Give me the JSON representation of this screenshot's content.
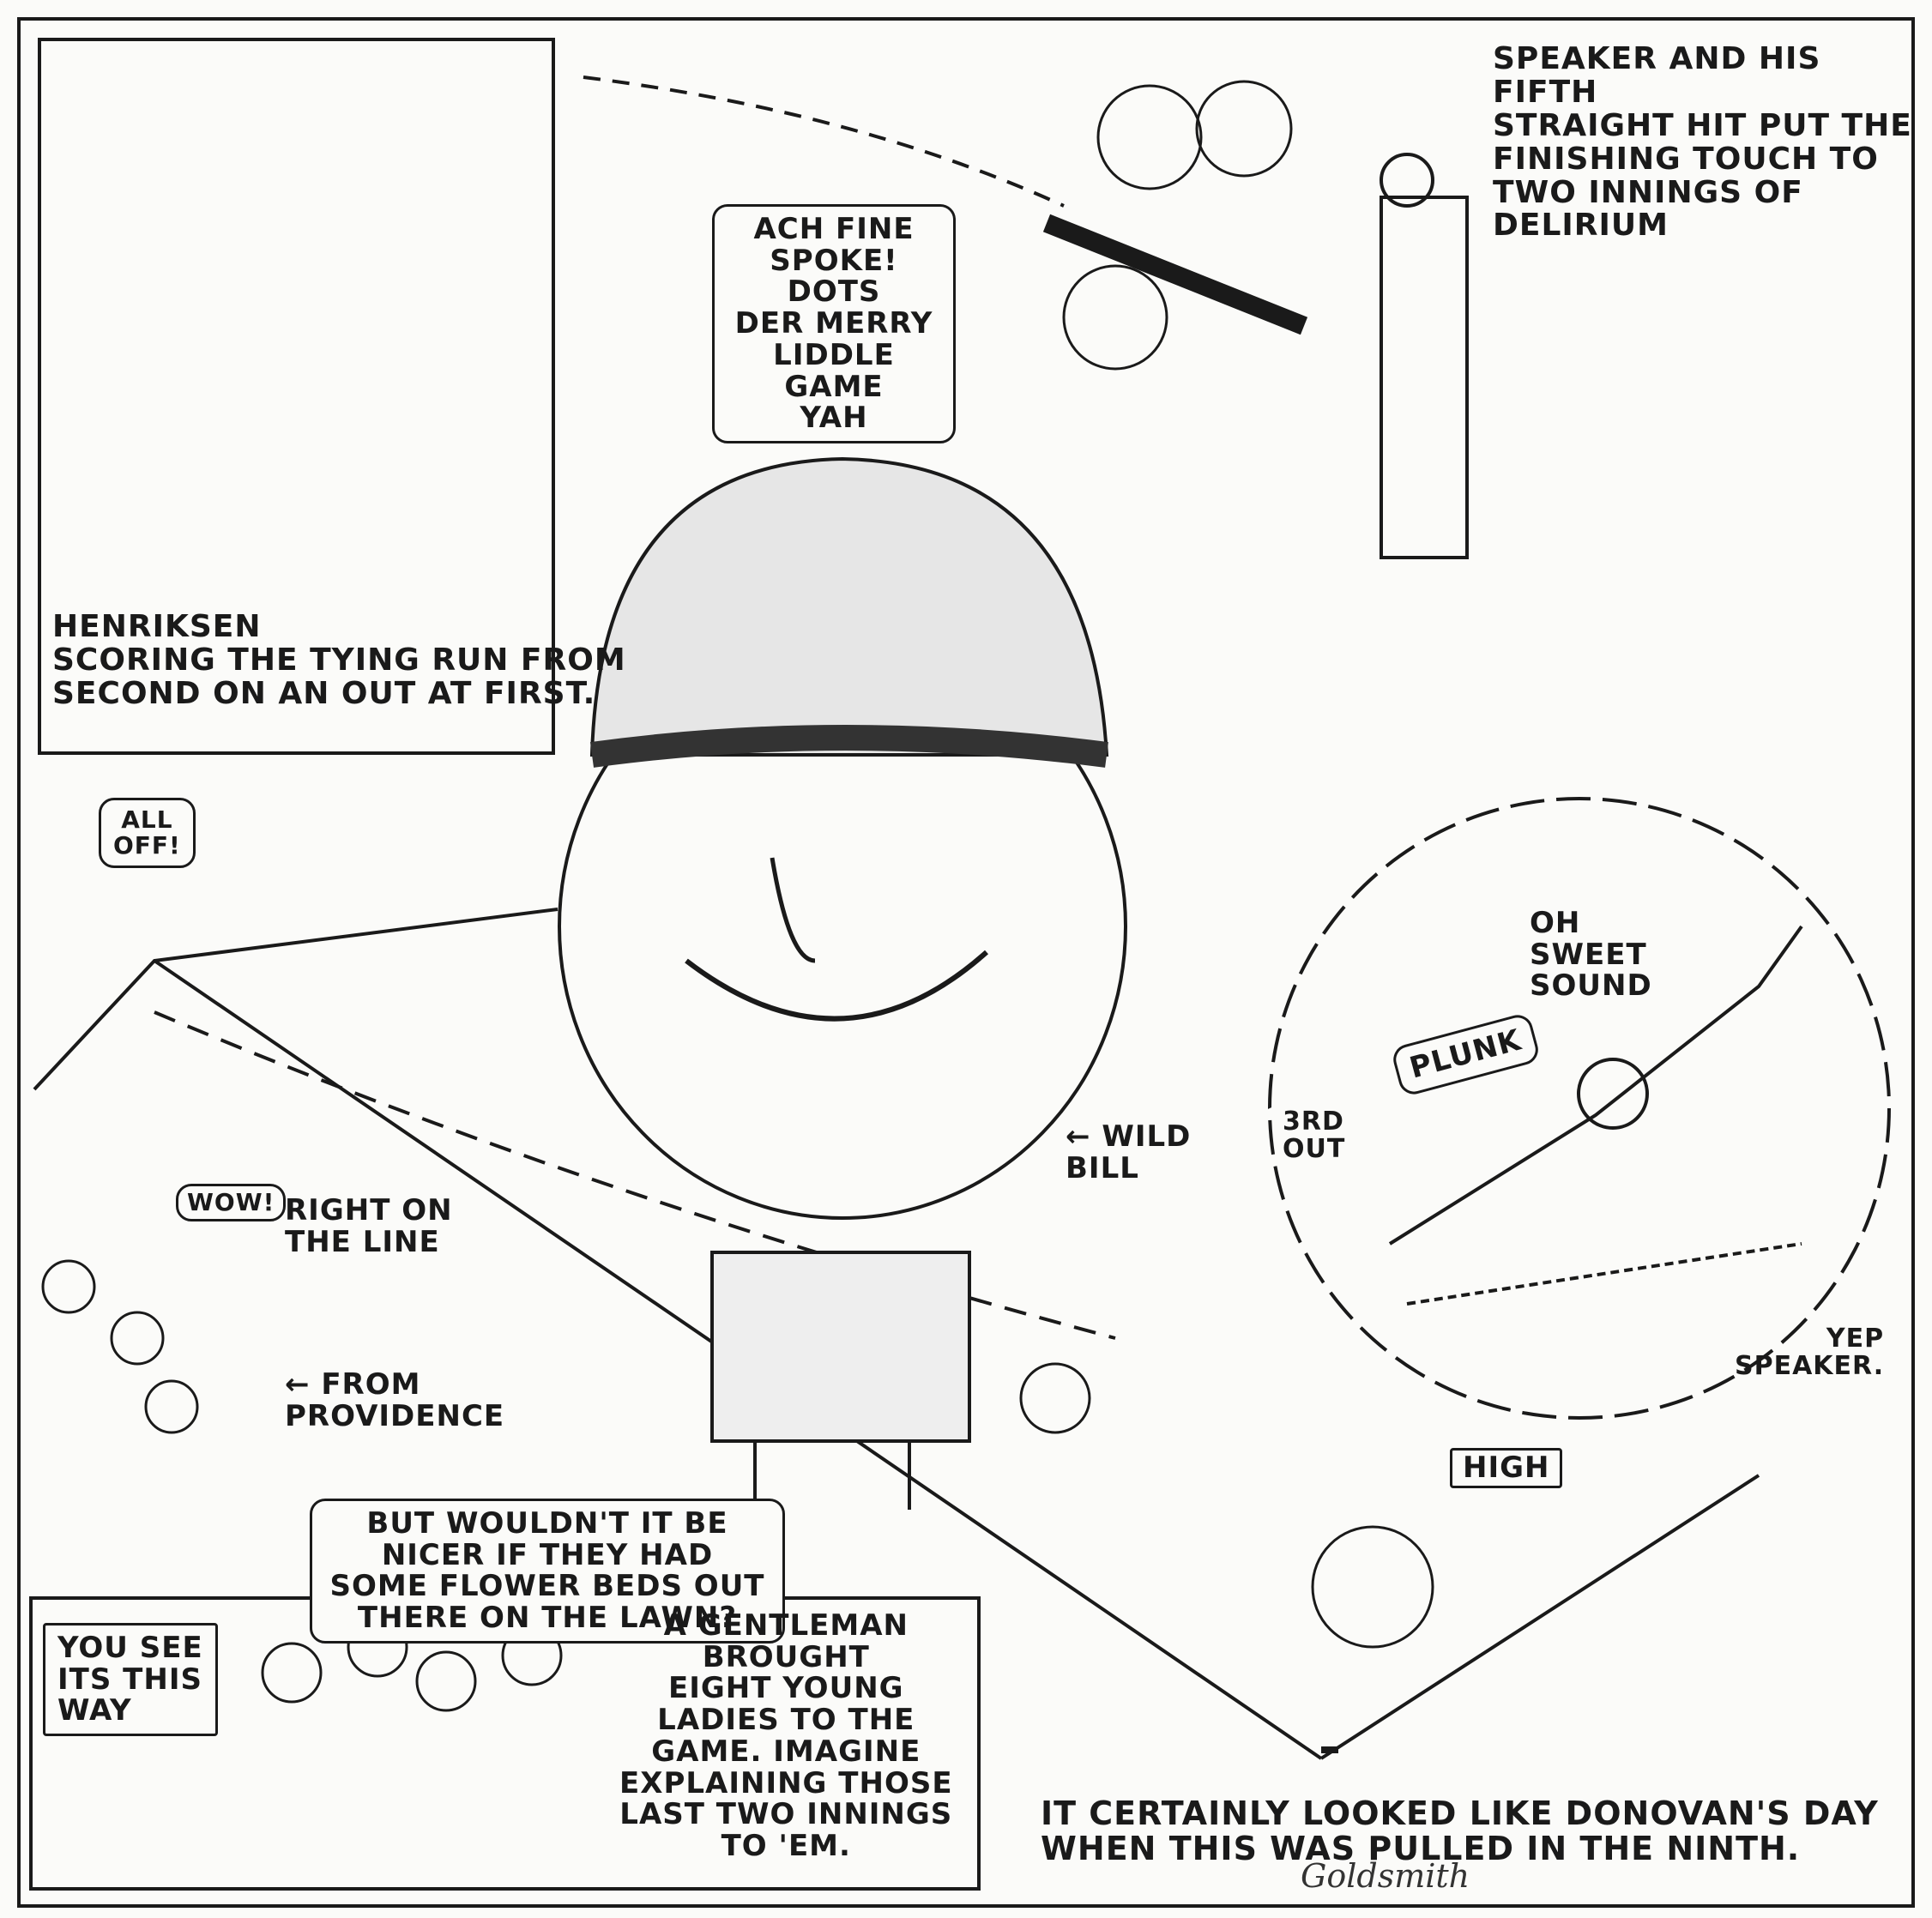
{
  "captions": {
    "henriksen": "HENRIKSEN\nSCORING THE TYING RUN FROM\nSECOND ON AN OUT AT FIRST.",
    "speaker_hit": "SPEAKER AND HIS FIFTH\nSTRAIGHT HIT PUT THE\nFINISHING TOUCH TO\nTWO INNINGS OF DELIRIUM",
    "ach_fine": "ACH FINE\nSPOKE! DOTS\nDER MERRY\nLIDDLE GAME\nYAH",
    "all_off": "ALL\nOFF!",
    "oh_sweet": "OH\nSWEET\nSOUND",
    "plunk": "PLUNK",
    "third_out": "3RD\nOUT",
    "wild_bill": "← WILD\nBILL",
    "wow": "WOW!",
    "right_on_line": "RIGHT ON\nTHE LINE",
    "from_providence": "← FROM\nPROVIDENCE",
    "yep_speaker": "YEP\nSPEAKER.",
    "high": "HIGH",
    "flower_beds": "BUT WOULDN'T IT BE\nNICER IF THEY HAD\nSOME FLOWER BEDS OUT\nTHERE ON THE LAWN?",
    "you_see": "YOU SEE\nITS THIS\nWAY",
    "gentleman": "A GENTLEMAN\nBROUGHT\nEIGHT YOUNG\nLADIES TO THE\nGAME. IMAGINE\nEXPLAINING THOSE\nLAST TWO INNINGS\nTO 'EM.",
    "donovan": "IT CERTAINLY LOOKED LIKE DONOVAN'S DAY\nWHEN THIS WAS PULLED IN THE NINTH."
  },
  "signature": "Goldsmith"
}
